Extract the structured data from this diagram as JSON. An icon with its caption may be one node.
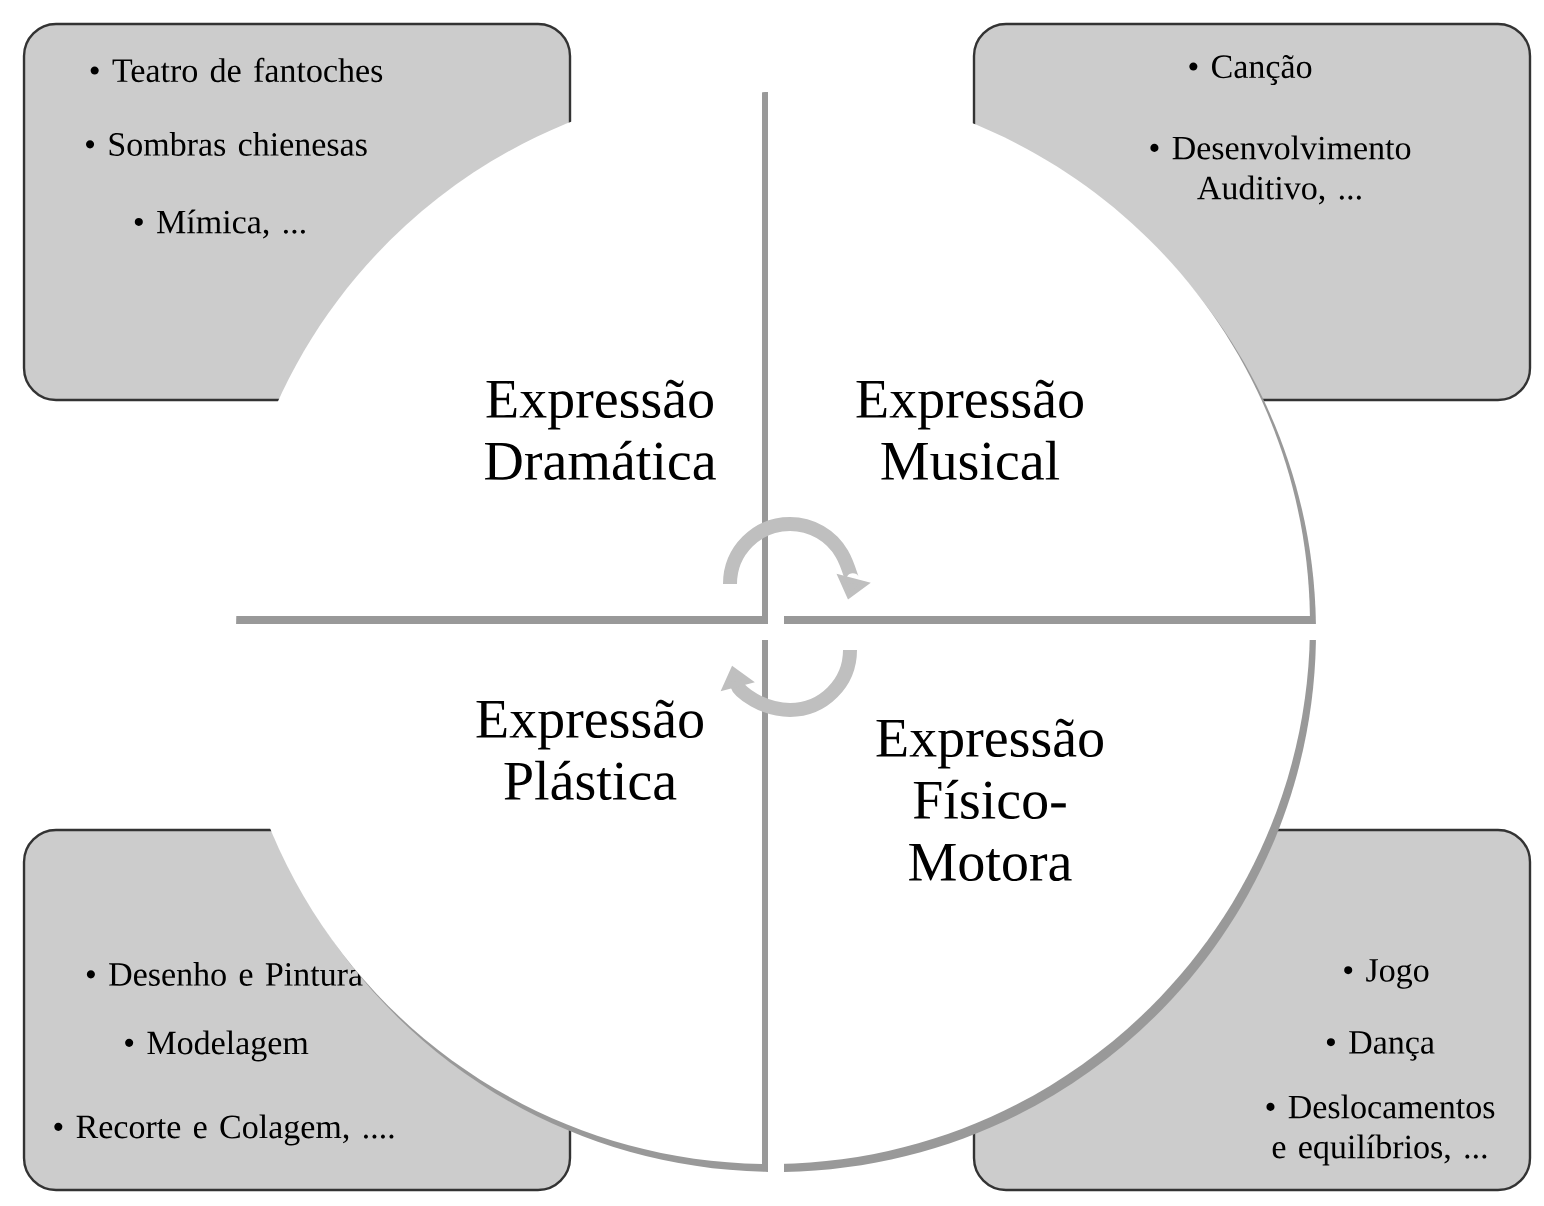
{
  "diagram": {
    "nodes": [
      {
        "text": [
          "• Teatro de fantoches",
          "• Sombras chienesas",
          "• Mímica, ..."
        ]
      },
      {
        "text": [
          "• Canção",
          "• Desenvolvimento Auditivo, ..."
        ]
      },
      {
        "text": [
          "Expressão Dramática"
        ]
      },
      {
        "text": [
          "Expressão Musical"
        ]
      },
      {
        "text": [
          "Expressão Plástica"
        ]
      },
      {
        "text": [
          "Expressão Físico-Motora"
        ]
      },
      {
        "text": [
          "• Desenho e Pintura",
          "• Modelagem",
          "• Recorte e Colagem, ...."
        ]
      },
      {
        "text": [
          "• Jogo",
          "• Dança",
          "• Deslocamentos e equilíbrios, ..."
        ]
      }
    ],
    "edges": [
      {
        "from": 2,
        "to": 3,
        "arrow": "to"
      },
      {
        "from": 5,
        "to": 4,
        "arrow": "to"
      }
    ]
  }
}
